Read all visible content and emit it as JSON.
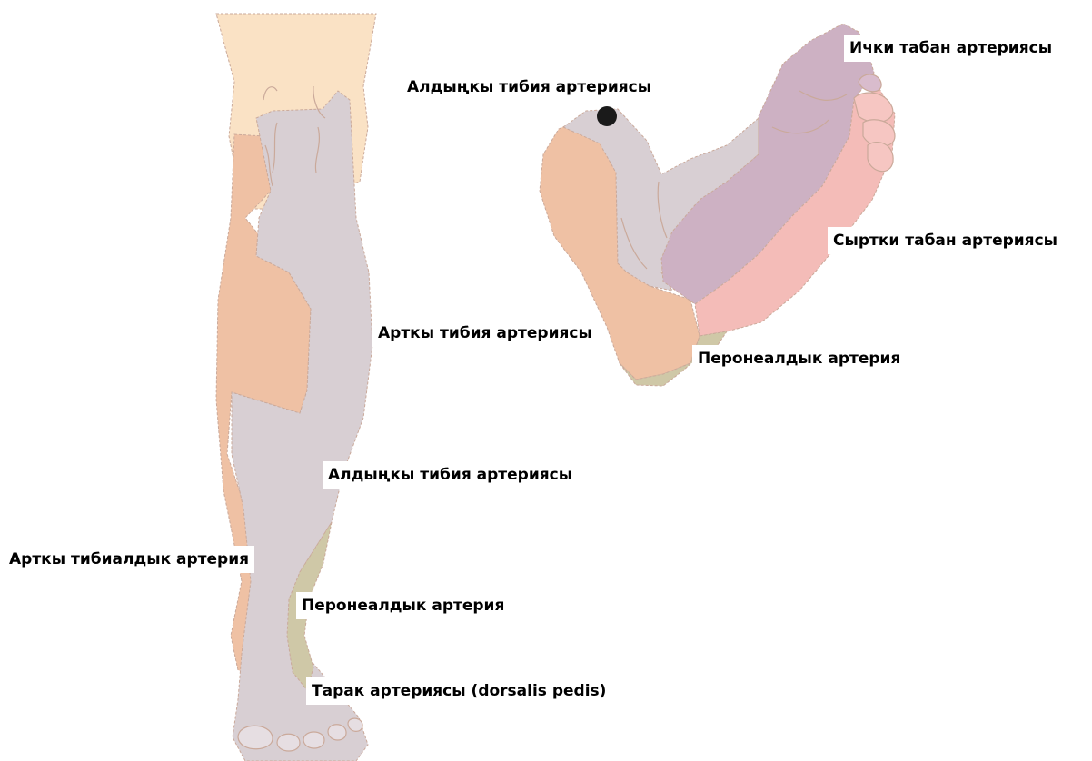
{
  "colors": {
    "thigh": "#fae2c5",
    "anterior_tibial": "#d8cfd3",
    "posterior_tibial": "#efc1a4",
    "peroneal": "#cfc8a7",
    "medial_plantar": "#cdb1c3",
    "lateral_plantar": "#f4bcb8",
    "outline": "#caa99a",
    "dot": "#1a1a1a",
    "text": "#000000"
  },
  "leg_labels": {
    "posterior_tibial": "Арткы тибия артериясы",
    "anterior_tibial": "Алдыңкы тибия артериясы",
    "posterior_tibial_lateral": "Арткы тибиалдык артерия",
    "peroneal": "Перонеалдык артерия",
    "dorsalis_pedis": "Тарак артериясы (dorsalis pedis)"
  },
  "foot_labels": {
    "anterior_tibial": "Алдыңкы тибия артериясы",
    "medial_plantar": "Ички табан артериясы",
    "lateral_plantar": "Сыртки табан артериясы",
    "peroneal": "Перонеалдык артерия"
  }
}
